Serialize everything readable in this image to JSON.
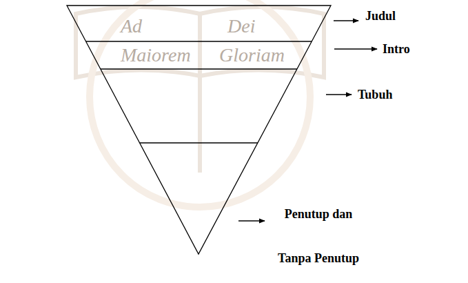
{
  "diagram": {
    "labels": [
      "Judul",
      "Intro",
      "Tubuh",
      "Penutup dan Tanpa Penutup",
      "Ad",
      "Dei",
      "Maiorem",
      "Gloriam"
    ]
  }
}
